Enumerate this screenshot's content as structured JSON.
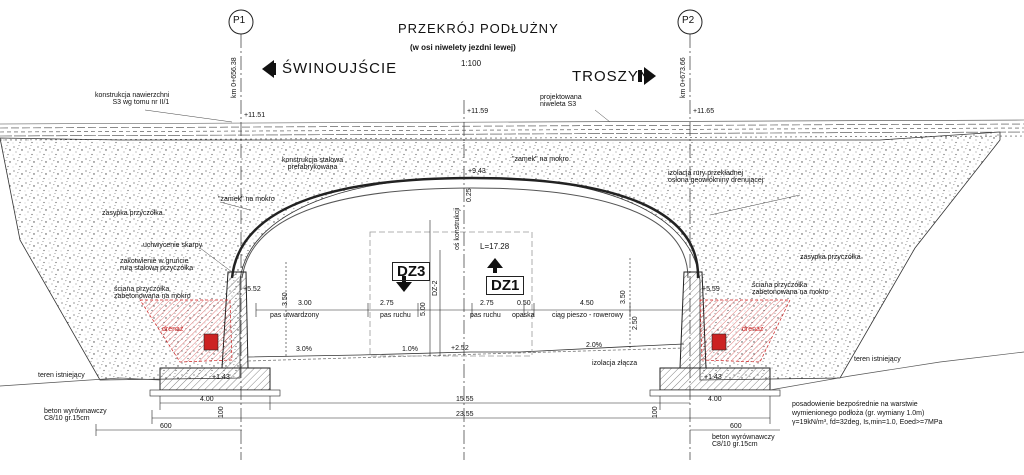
{
  "title": {
    "main": "PRZEKRÓJ PODŁUŻNY",
    "sub": "(w osi niwelety jezdni lewej)",
    "scale": "1:100"
  },
  "profiles": {
    "left": "P1",
    "right": "P2",
    "left_km": "km 0+656.38",
    "right_km": "km 0+673.66"
  },
  "directions": {
    "left": "ŚWINOUJŚCIE",
    "right": "TROSZYN"
  },
  "markers": {
    "dz3": "DZ3",
    "dz1": "DZ1"
  },
  "elevations": {
    "left_top": "+11.51",
    "center_top": "+11.59",
    "right_top": "+11.65",
    "crown": "+9.43",
    "left_spring": "+5.52",
    "right_spring": "+5.59",
    "center_base": "+2.52",
    "left_found": "+1.43",
    "right_found": "+1.43"
  },
  "labels": {
    "surface_construction": "konstrukcja nawierzchni\nS3 wg tomu nr II/1",
    "designed_grade": "projektowana\nniweleta S3",
    "steel_structure": "konstrukcja stalowa\nprefabrykowana",
    "sand_left": "\"zamek\" na mokro",
    "sand_center": "\"zamek\" na mokro",
    "insulation": "izolacja rury przekładnej\nosłona geowłókniny drenującej",
    "backfill_left": "zasypka przyczółka",
    "backfill_right": "zasypka przyczółka",
    "anchor_left": "uchwycenie skarpy",
    "anchor_left2": "zakotwienie w gruncie\nrurą stalową przyczółka",
    "wall_left": "ściana przyczółka\nzabetonowana na mokro",
    "wall_right": "ściana przyczółka\nzabetonowana na mokro",
    "drain_left": "drenaż",
    "drain_right": "drenaż",
    "existing_left": "teren istniejący",
    "existing_right": "teren istniejący",
    "concrete_left": "beton wyrównawczy\nC8/10 gr.15cm",
    "concrete_right": "beton wyrównawczy\nC8/10 gr.15cm",
    "insulation_joint": "izolacja złącza",
    "foundation_note": "posadowienie bezpośrednie na warstwie\nwymienionego podłoża (gr. wymiany 1.0m)\nγ=19kN/m³, fd=32deg, Is,min=1.0, Eoed>=7MPa",
    "axis_label": "oś konstrukcji"
  },
  "lanes": {
    "shoulder": "pas utwardzony",
    "lane1": "pas ruchu",
    "lane2": "pas ruchu",
    "curb": "opaska",
    "path": "ciąg pieszo - rowerowy"
  },
  "dims": {
    "shoulder_w": "3.00",
    "lane1_w": "2.75",
    "lane2_w": "2.75",
    "curb_w": "0.50",
    "path_w": "4.50",
    "span_l": "L=17.28",
    "height_left": "3.50",
    "height_center": "5.00",
    "dz2": "DZ-2",
    "height_right": "3.50",
    "height_right2": "2.50",
    "slope_left": "3.0%",
    "slope_center": "1.0%",
    "slope_right": "2.0%",
    "found_left": "4.00",
    "found_right": "4.00",
    "total_inner": "15.55",
    "total_outer": "23.55",
    "left_600": "600",
    "right_600": "600",
    "left_100": "100",
    "right_100": "100",
    "crown_h": "0.25"
  },
  "colors": {
    "hatch_red": "#cc2222",
    "line": "#222222"
  }
}
